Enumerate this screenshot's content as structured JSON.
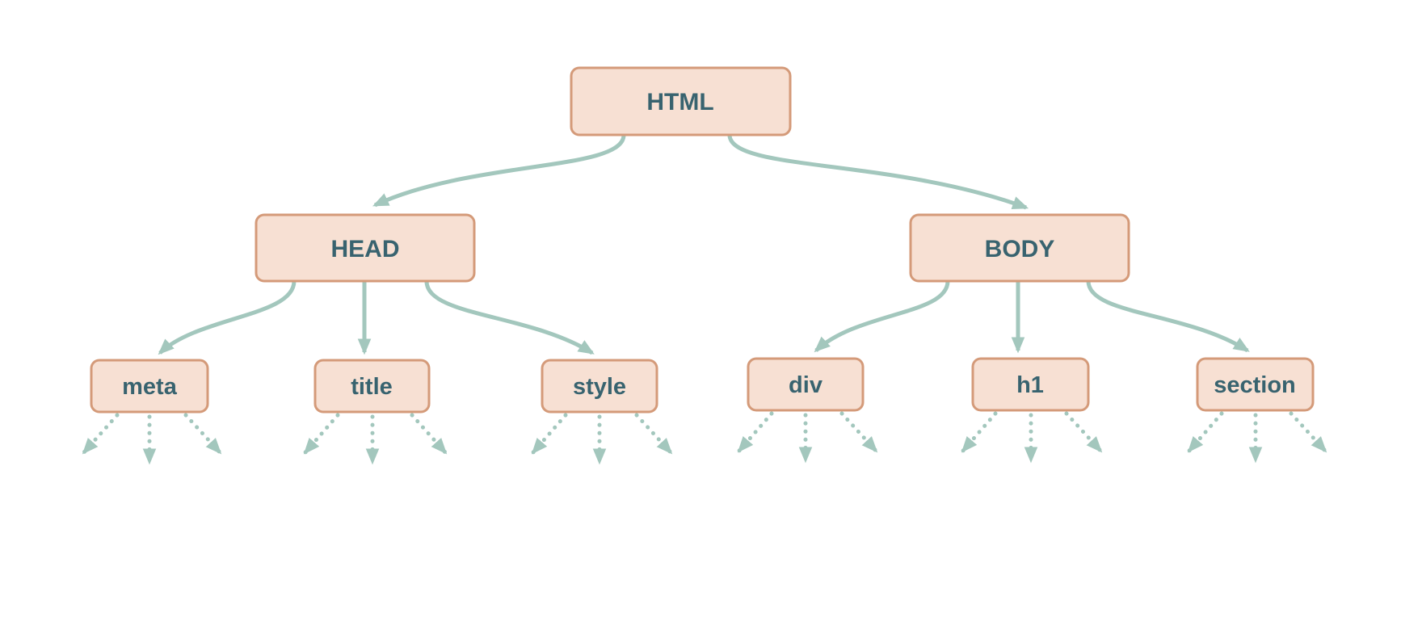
{
  "diagram": {
    "type": "tree",
    "description": "DOM tree of an HTML document",
    "colors": {
      "background": "#FFFFFF",
      "node_fill": "#F7E0D3",
      "node_border": "#D49A79",
      "node_text": "#38636F",
      "arrow": "#A3C7BD"
    },
    "nodes": [
      {
        "id": "html",
        "label": "HTML",
        "level": 0
      },
      {
        "id": "head",
        "label": "HEAD",
        "level": 1
      },
      {
        "id": "body",
        "label": "BODY",
        "level": 1
      },
      {
        "id": "meta",
        "label": "meta",
        "level": 2
      },
      {
        "id": "title",
        "label": "title",
        "level": 2
      },
      {
        "id": "style",
        "label": "style",
        "level": 2
      },
      {
        "id": "div",
        "label": "div",
        "level": 2
      },
      {
        "id": "h1",
        "label": "h1",
        "level": 2
      },
      {
        "id": "section",
        "label": "section",
        "level": 2
      }
    ],
    "edges": [
      {
        "from": "html",
        "to": "head",
        "style": "solid-curve"
      },
      {
        "from": "html",
        "to": "body",
        "style": "solid-curve"
      },
      {
        "from": "head",
        "to": "meta",
        "style": "solid-curve"
      },
      {
        "from": "head",
        "to": "title",
        "style": "solid-straight"
      },
      {
        "from": "head",
        "to": "style",
        "style": "solid-curve"
      },
      {
        "from": "body",
        "to": "div",
        "style": "solid-curve"
      },
      {
        "from": "body",
        "to": "h1",
        "style": "solid-straight"
      },
      {
        "from": "body",
        "to": "section",
        "style": "solid-curve"
      },
      {
        "from": "meta",
        "to": "unspecified-descendants",
        "style": "dotted",
        "count": 3
      },
      {
        "from": "title",
        "to": "unspecified-descendants",
        "style": "dotted",
        "count": 3
      },
      {
        "from": "style",
        "to": "unspecified-descendants",
        "style": "dotted",
        "count": 3
      },
      {
        "from": "div",
        "to": "unspecified-descendants",
        "style": "dotted",
        "count": 3
      },
      {
        "from": "h1",
        "to": "unspecified-descendants",
        "style": "dotted",
        "count": 3
      },
      {
        "from": "section",
        "to": "unspecified-descendants",
        "style": "dotted",
        "count": 3
      }
    ]
  }
}
